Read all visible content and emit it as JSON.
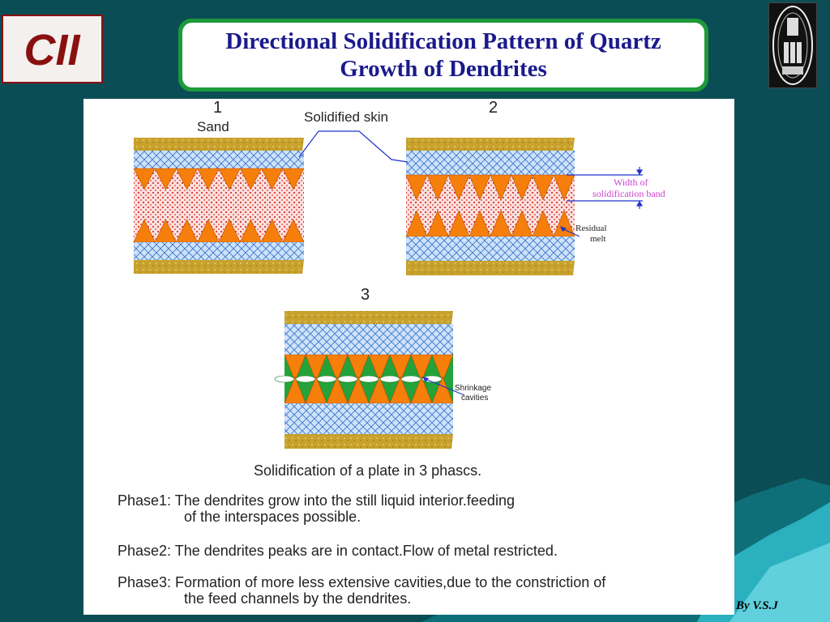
{
  "logo_left": {
    "text": "CII",
    "bg_color": "#f3f0ee",
    "text_color": "#8a1010"
  },
  "title": {
    "line1": "Directional Solidification Pattern of Quartz",
    "line2": "Growth of  Dendrites",
    "color": "#1a1a8c",
    "border_color": "#1d9a3a"
  },
  "diagram": {
    "label_1": "1",
    "label_2": "2",
    "label_3": "3",
    "label_sand": "Sand",
    "label_skin": "Solidified skin",
    "label_width_line1": "Width of",
    "label_width_line2": "solidification band",
    "label_residual_line1": "Residual",
    "label_residual_line2": "melt",
    "label_shrinkage_line1": "Shrinkage",
    "label_shrinkage_line2": "cavities",
    "colors": {
      "sand": "#c8a22c",
      "skin": "#7fb0e6",
      "dendrite": "#f57f0a",
      "melt": "#e05a50",
      "green": "#23a33a",
      "annotation": "#2233cc",
      "width_label": "#cc44cc"
    }
  },
  "caption": "Solidification of a plate in 3 phascs.",
  "phases": [
    {
      "line1": "Phase1: The dendrites grow into the still liquid interior.feeding",
      "line2": "of the interspaces possible."
    },
    {
      "line1": "Phase2: The dendrites peaks are in contact.Flow of metal restricted.",
      "line2": ""
    },
    {
      "line1": "Phase3: Formation of more less extensive cavities,due to the constriction of",
      "line2": "the feed channels by the dendrites."
    }
  ],
  "footer": {
    "by": "By  V.S.J"
  },
  "background_color": "#0b4d55"
}
